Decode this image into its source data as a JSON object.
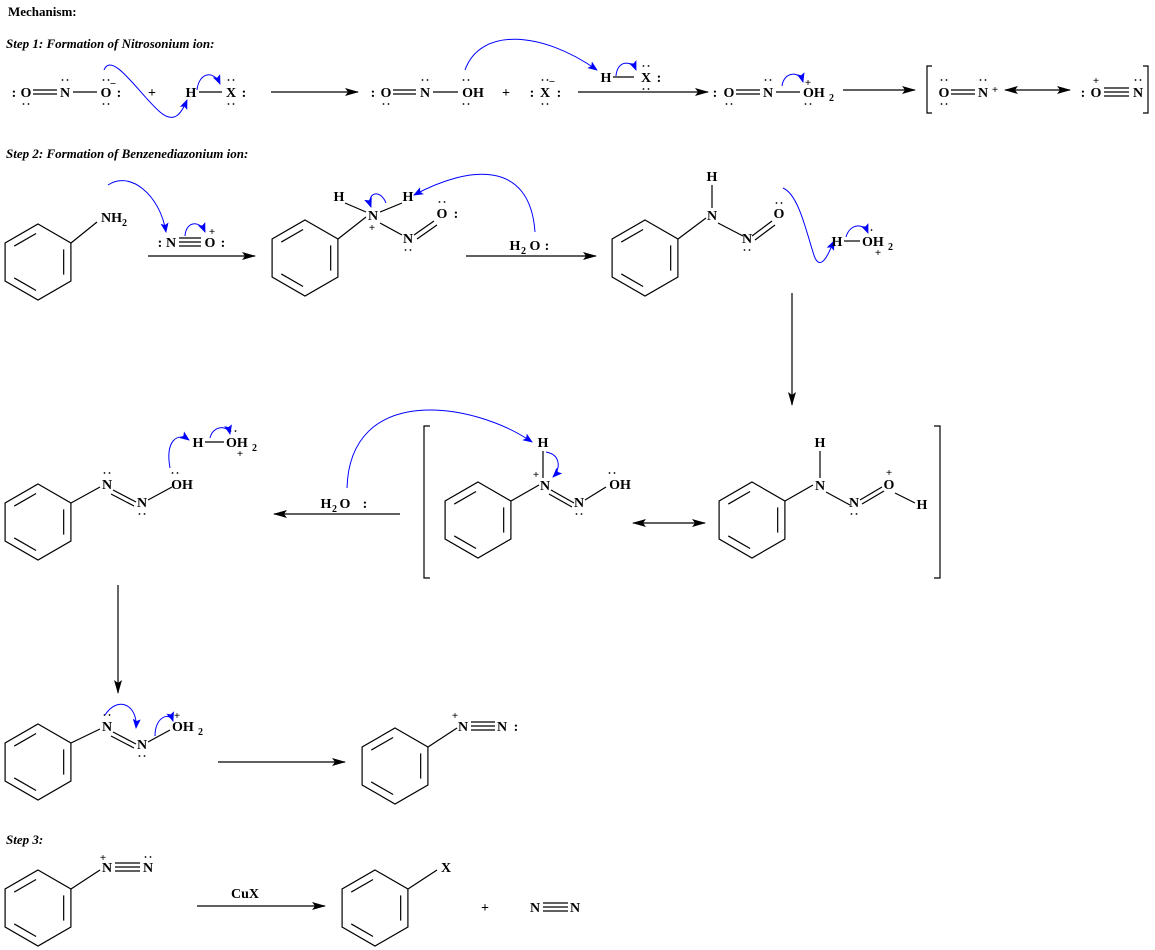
{
  "title": "Mechanism:",
  "step1": {
    "heading": "Step 1: Formation of Nitrosonium ion:"
  },
  "step2": {
    "heading": "Step 2: Formation of Benzenediazonium ion:"
  },
  "step3": {
    "heading": "Step 3:",
    "reagent": "CuX"
  },
  "labels": {
    "O": "O",
    "N": "N",
    "H": "H",
    "X": "X",
    "OH": "OH",
    "NH": "NH",
    "sub2": "2",
    "plus": "+",
    "minus": "−",
    "colon": ":"
  },
  "colors": {
    "ink": "#000000",
    "arrow": "#0000ff"
  }
}
